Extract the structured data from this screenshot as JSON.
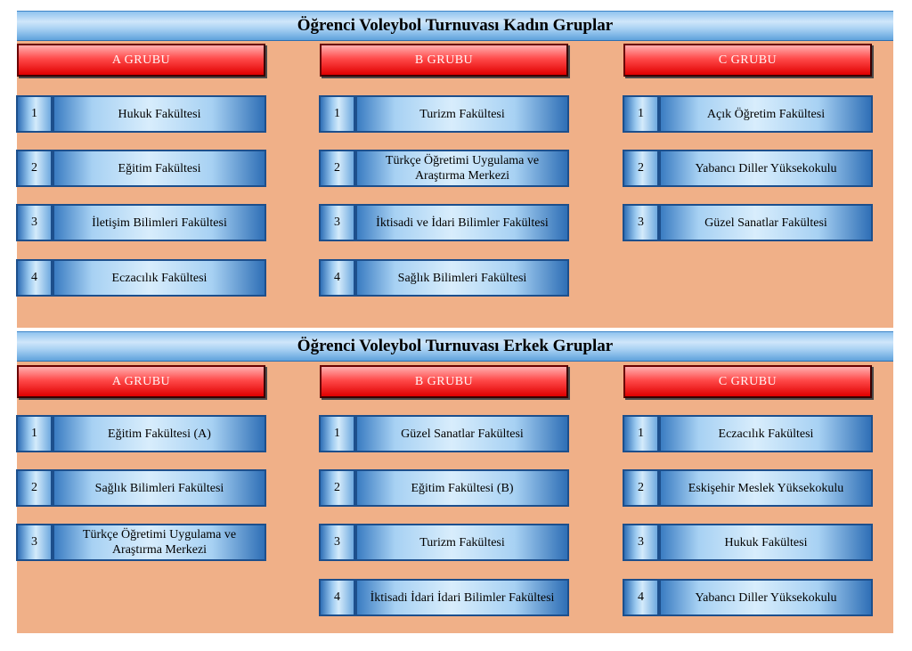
{
  "sections": [
    {
      "title": "Öğrenci Voleybol Turnuvası  Kadın Gruplar",
      "groups": [
        {
          "label": "A GRUBU",
          "teams": [
            {
              "num": "1",
              "name": "Hukuk Fakültesi"
            },
            {
              "num": "2",
              "name": "Eğitim Fakültesi"
            },
            {
              "num": "3",
              "name": "İletişim Bilimleri Fakültesi"
            },
            {
              "num": "4",
              "name": "Eczacılık Fakültesi"
            }
          ]
        },
        {
          "label": "B GRUBU",
          "teams": [
            {
              "num": "1",
              "name": "Turizm Fakültesi"
            },
            {
              "num": "2",
              "name": "Türkçe Öğretimi Uygulama ve Araştırma Merkezi"
            },
            {
              "num": "3",
              "name": "İktisadi ve İdari Bilimler Fakültesi"
            },
            {
              "num": "4",
              "name": "Sağlık Bilimleri Fakültesi"
            }
          ]
        },
        {
          "label": "C GRUBU",
          "teams": [
            {
              "num": "1",
              "name": "Açık Öğretim Fakültesi"
            },
            {
              "num": "2",
              "name": "Yabancı Diller Yüksekokulu"
            },
            {
              "num": "3",
              "name": "Güzel Sanatlar Fakültesi"
            }
          ]
        }
      ]
    },
    {
      "title": "Öğrenci Voleybol Turnuvası  Erkek Gruplar",
      "groups": [
        {
          "label": "A GRUBU",
          "teams": [
            {
              "num": "1",
              "name": "Eğitim Fakültesi (A)"
            },
            {
              "num": "2",
              "name": "Sağlık Bilimleri Fakültesi"
            },
            {
              "num": "3",
              "name": "Türkçe Öğretimi Uygulama ve Araştırma Merkezi"
            }
          ]
        },
        {
          "label": "B GRUBU",
          "teams": [
            {
              "num": "1",
              "name": "Güzel Sanatlar Fakültesi"
            },
            {
              "num": "2",
              "name": "Eğitim Fakültesi (B)"
            },
            {
              "num": "3",
              "name": "Turizm Fakültesi"
            },
            {
              "num": "4",
              "name": "İktisadi İdari İdari Bilimler Fakültesi"
            }
          ]
        },
        {
          "label": "C GRUBU",
          "teams": [
            {
              "num": "1",
              "name": "Eczacılık Fakültesi"
            },
            {
              "num": "2",
              "name": "Eskişehir Meslek Yüksekokulu"
            },
            {
              "num": "3",
              "name": "Hukuk Fakültesi"
            },
            {
              "num": "4",
              "name": "Yabancı Diller Yüksekokulu"
            }
          ]
        }
      ]
    }
  ]
}
